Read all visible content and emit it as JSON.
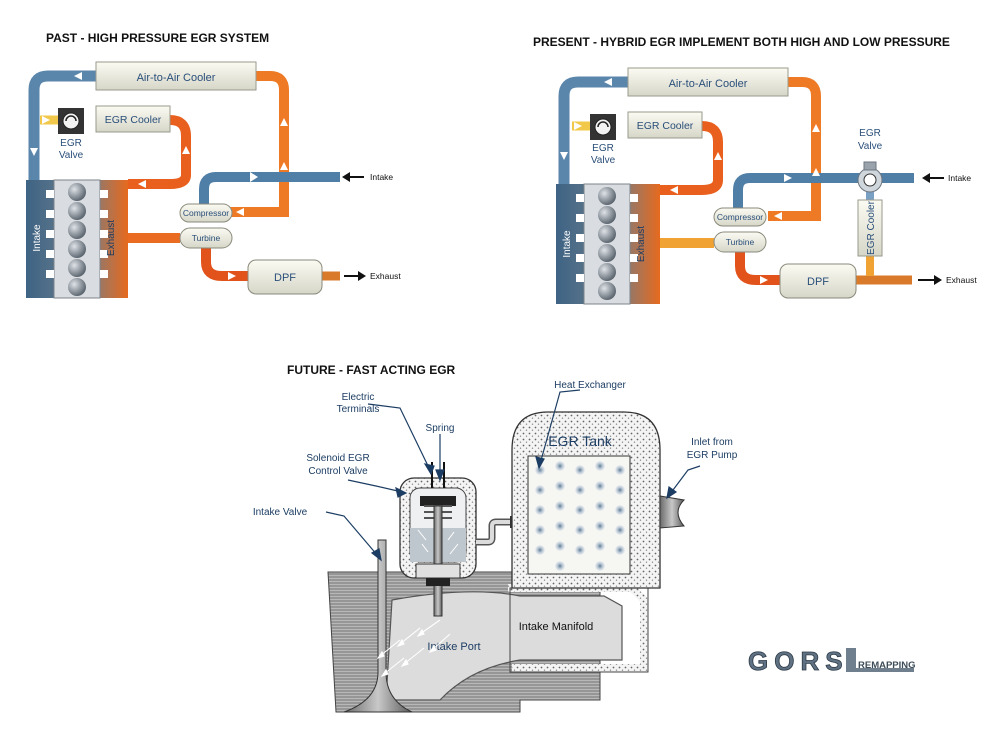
{
  "headings": {
    "past": "PAST - HIGH PRESSURE EGR SYSTEM",
    "present": "PRESENT - HYBRID EGR IMPLEMENT BOTH HIGH AND LOW PRESSURE",
    "future": "FUTURE - FAST ACTING EGR"
  },
  "past": {
    "air_cooler": "Air-to-Air Cooler",
    "egr_cooler": "EGR Cooler",
    "egr_valve_line1": "EGR",
    "egr_valve_line2": "Valve",
    "intake_side": "Intake",
    "exhaust_side": "Exhaust",
    "compressor": "Compressor",
    "turbine": "Turbine",
    "dpf": "DPF",
    "intake_arrow": "Intake",
    "exhaust_arrow": "Exhaust"
  },
  "present": {
    "air_cooler": "Air-to-Air Cooler",
    "egr_cooler": "EGR Cooler",
    "egr_valve_line1": "EGR",
    "egr_valve_line2": "Valve",
    "lp_valve_line1": "EGR",
    "lp_valve_line2": "Valve",
    "lp_cooler": "EGR Cooler",
    "intake_side": "Intake",
    "exhaust_side": "Exhaust",
    "compressor": "Compressor",
    "turbine": "Turbine",
    "dpf": "DPF",
    "intake_arrow": "Intake",
    "exhaust_arrow": "Exhaust"
  },
  "future": {
    "electric_line1": "Electric",
    "electric_line2": "Terminals",
    "spring": "Spring",
    "solenoid_line1": "Solenoid EGR",
    "solenoid_line2": "Control Valve",
    "intake_valve": "Intake Valve",
    "heat_exchanger": "Heat Exchanger",
    "egr_tank": "EGR Tank",
    "inlet_line1": "Inlet from",
    "inlet_line2": "EGR Pump",
    "intake_manifold": "Intake Manifold",
    "intake_port": "Intake Port"
  },
  "logo": {
    "text": "GORS",
    "subtext": "REMAPPING"
  },
  "colors": {
    "label_blue": "#2a4f7a",
    "pipe_cold": "#4f7ea6",
    "pipe_hot": "#e8601c",
    "pipe_warm": "#f2a33a"
  }
}
